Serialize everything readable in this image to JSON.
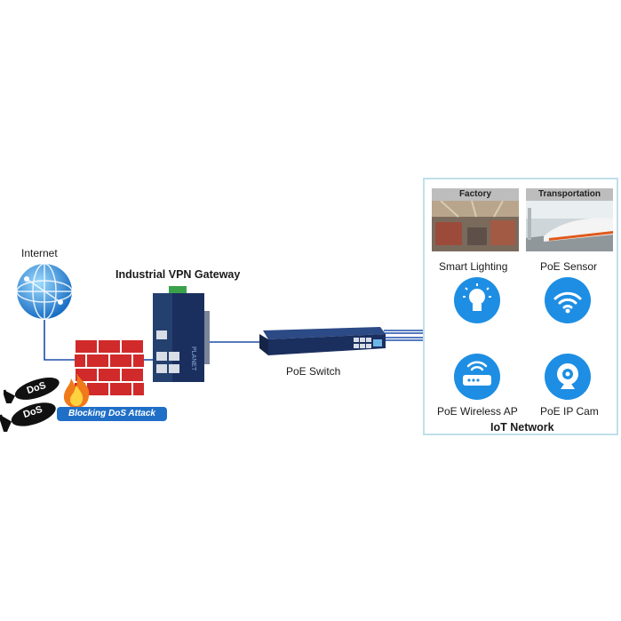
{
  "labels": {
    "internet": "Internet",
    "gateway": "Industrial VPN Gateway",
    "poe_switch": "PoE Switch",
    "blocking": "Blocking DoS Attack",
    "dos1": "DoS",
    "dos2": "DoS"
  },
  "iot": {
    "title": "IoT Network",
    "photos": [
      {
        "title": "Factory"
      },
      {
        "title": "Transportation"
      }
    ],
    "devices": [
      {
        "label": "Smart Lighting",
        "icon": "light-bulb-icon"
      },
      {
        "label": "PoE Sensor",
        "icon": "wifi-signal-icon"
      },
      {
        "label": "PoE Wireless AP",
        "icon": "wireless-router-icon"
      },
      {
        "label": "PoE IP Cam",
        "icon": "camera-icon"
      }
    ]
  },
  "colors": {
    "accent_blue": "#1d8ee3",
    "wire": "#1e4fa8",
    "brick": "#d12a2a",
    "device_navy": "#1b2f5e"
  }
}
